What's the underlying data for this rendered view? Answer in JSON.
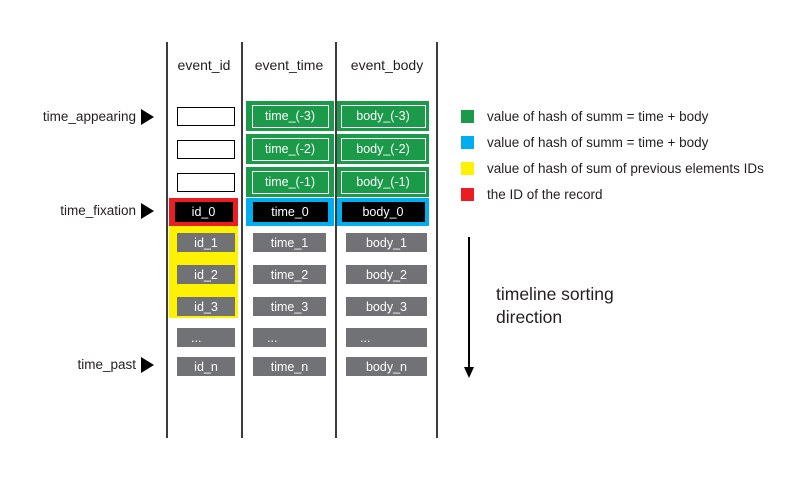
{
  "columns": {
    "headers": [
      "event_id",
      "event_time",
      "event_body"
    ]
  },
  "row_labels": {
    "appearing": "time_appearing",
    "fixation": "time_fixation",
    "past": "time_past"
  },
  "cells": {
    "id": [
      "id_0",
      "id_1",
      "id_2",
      "id_3",
      "...",
      "id_n"
    ],
    "time": [
      "time_(-3)",
      "time_(-2)",
      "time_(-1)",
      "time_0",
      "time_1",
      "time_2",
      "time_3",
      "...",
      "time_n"
    ],
    "body": [
      "body_(-3)",
      "body_(-2)",
      "body_(-1)",
      "body_0",
      "body_1",
      "body_2",
      "body_3",
      "...",
      "body_n"
    ]
  },
  "legend": {
    "items": [
      {
        "color": "#1b9b4a",
        "label": "value of hash of summ = time + body"
      },
      {
        "color": "#00aeef",
        "label": "value of hash of summ = time + body"
      },
      {
        "color": "#fff200",
        "label": "value of hash of sum of previous elements IDs"
      },
      {
        "color": "#ec1c24",
        "label": "the ID of the record"
      }
    ]
  },
  "annotation": {
    "timeline_direction": "timeline sorting direction"
  },
  "colors": {
    "green": "#1b9b4a",
    "blue": "#00aeef",
    "yellow": "#fff200",
    "red": "#ec1c24",
    "gray": "#717275",
    "line": "#3c3c3c",
    "text": "#231f20"
  }
}
